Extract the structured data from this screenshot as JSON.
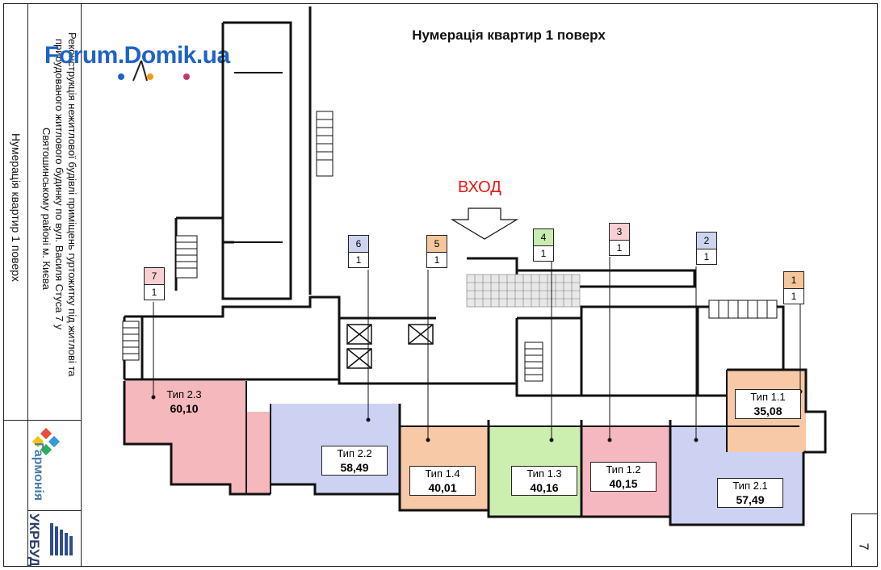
{
  "title": "Нумерація квартир 1 поверх",
  "watermark": "Forum.Domik.ua",
  "entrance_label": "ВХОД",
  "sidebar": {
    "sheet_title": "Нумерація квартир 1 поверх",
    "project_line_1": "Реконструкція нежитлової будівлі приміщень гуртожитку під житлові та",
    "project_line_2": "прибудованого житлового будинку по вул. Василя Стуса 7 у",
    "project_line_3": "Святошинському районі м. Києва",
    "developer_logo_1": "Гармонія",
    "developer_logo_2": "УКРБУД"
  },
  "page_number": "7",
  "apartment_tags": [
    {
      "number": "7",
      "floor": "1",
      "color": "#f8d0d4"
    },
    {
      "number": "6",
      "floor": "1",
      "color": "#cdd4f0"
    },
    {
      "number": "5",
      "floor": "1",
      "color": "#f4c79a"
    },
    {
      "number": "4",
      "floor": "1",
      "color": "#c9ecb1"
    },
    {
      "number": "3",
      "floor": "1",
      "color": "#f8d0d4"
    },
    {
      "number": "2",
      "floor": "1",
      "color": "#cdd4f0"
    },
    {
      "number": "1",
      "floor": "1",
      "color": "#f4c79a"
    }
  ],
  "apartments": [
    {
      "type": "Тип 2.3",
      "area": "60,10",
      "color": "#f5b8bc"
    },
    {
      "type": "Тип 2.2",
      "area": "58,49",
      "color": "#cdd2f2"
    },
    {
      "type": "Тип 1.4",
      "area": "40,01",
      "color": "#f7c9a7"
    },
    {
      "type": "Тип 1.3",
      "area": "40,16",
      "color": "#ccefb0"
    },
    {
      "type": "Тип 1.2",
      "area": "40,15",
      "color": "#f5b8c0"
    },
    {
      "type": "Тип 2.1",
      "area": "57,49",
      "color": "#cdd2f2"
    },
    {
      "type": "Тип 1.1",
      "area": "35,08",
      "color": "#f7c9a7"
    }
  ]
}
